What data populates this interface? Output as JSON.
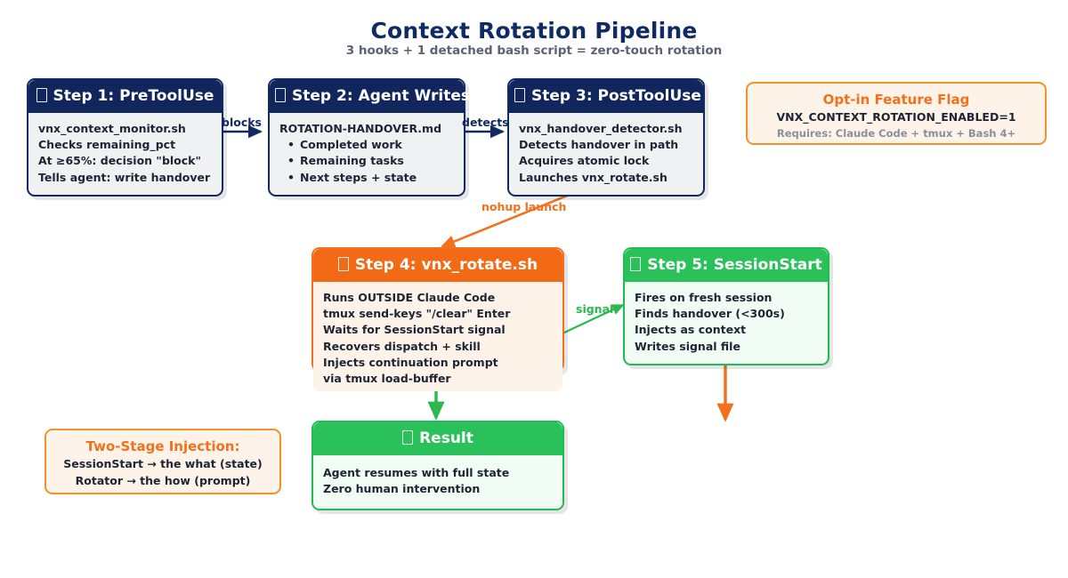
{
  "header": {
    "title": "Context Rotation Pipeline",
    "subtitle": "3 hooks + 1 detached bash script = zero-touch rotation"
  },
  "colors": {
    "navy": "#12265e",
    "navy_body": "#f0f1f3",
    "orange": "#f26a16",
    "orange_body": "#fdf3e9",
    "green": "#2ac05a",
    "green_body": "#f1fdf4",
    "title_text": "#102a63",
    "subtitle_text": "#5b6272"
  },
  "nodes": {
    "step1": {
      "icon": "missing-glyph-box",
      "header": "Step 1: PreToolUse",
      "lines": [
        "vnx_context_monitor.sh",
        "Checks remaining_pct",
        "At ≥65%: decision \"block\"",
        "Tells agent: write handover"
      ]
    },
    "step2": {
      "icon": "missing-glyph-box",
      "header": "Step 2: Agent Writes",
      "lines": [
        "ROTATION-HANDOVER.md"
      ],
      "bullets": [
        "Completed work",
        "Remaining tasks",
        "Next steps + state"
      ]
    },
    "step3": {
      "icon": "missing-glyph-box",
      "header": "Step 3: PostToolUse",
      "lines": [
        "vnx_handover_detector.sh",
        "Detects handover in path",
        "Acquires atomic lock",
        "Launches vnx_rotate.sh"
      ]
    },
    "step4": {
      "icon": "missing-glyph-box",
      "header": "Step 4: vnx_rotate.sh",
      "lines": [
        "Runs OUTSIDE Claude Code",
        "tmux send-keys \"/clear\" Enter",
        "Waits for SessionStart signal",
        "Recovers dispatch + skill",
        "Injects continuation prompt",
        "via tmux load-buffer"
      ]
    },
    "step5": {
      "icon": "missing-glyph-box",
      "header": "Step 5: SessionStart",
      "lines": [
        "Fires on fresh session",
        "Finds handover (<300s)",
        "Injects as context",
        "Writes signal file"
      ]
    },
    "result": {
      "icon": "missing-glyph-box",
      "header": "Result",
      "lines": [
        "Agent resumes with full state",
        "Zero human intervention"
      ]
    }
  },
  "notes": {
    "feature_flag": {
      "title": "Opt-in Feature Flag",
      "value": "VNX_CONTEXT_ROTATION_ENABLED=1",
      "requires": "Requires: Claude Code + tmux + Bash 4+"
    },
    "two_stage": {
      "title": "Two-Stage Injection:",
      "line1": "SessionStart → the what (state)",
      "line2": "Rotator → the how (prompt)"
    }
  },
  "edges": {
    "blocks": "blocks",
    "detects": "detects",
    "nohup_launch": "nohup launch",
    "signal": "signal"
  }
}
